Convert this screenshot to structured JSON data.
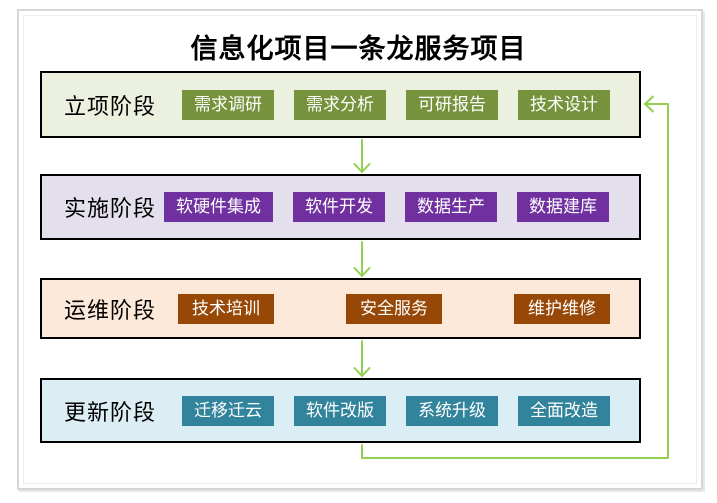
{
  "title": "信息化项目一条龙服务项目",
  "colors": {
    "connector": "#92D050",
    "box_border": "#000000",
    "frame": "#D6D6D6"
  },
  "phases": [
    {
      "label": "立项阶段",
      "bg": "#EBF1DE",
      "chip_bg": "#76923C",
      "items": [
        "需求调研",
        "需求分析",
        "可研报告",
        "技术设计"
      ]
    },
    {
      "label": "实施阶段",
      "bg": "#E4DFEC",
      "chip_bg": "#7030A0",
      "items": [
        "软硬件集成",
        "软件开发",
        "数据生产",
        "数据建库"
      ]
    },
    {
      "label": "运维阶段",
      "bg": "#FDE9D9",
      "chip_bg": "#974806",
      "items": [
        "技术培训",
        "安全服务",
        "维护维修"
      ]
    },
    {
      "label": "更新阶段",
      "bg": "#DAEEF3",
      "chip_bg": "#31849B",
      "items": [
        "迁移迁云",
        "软件改版",
        "系统升级",
        "全面改造"
      ]
    }
  ]
}
